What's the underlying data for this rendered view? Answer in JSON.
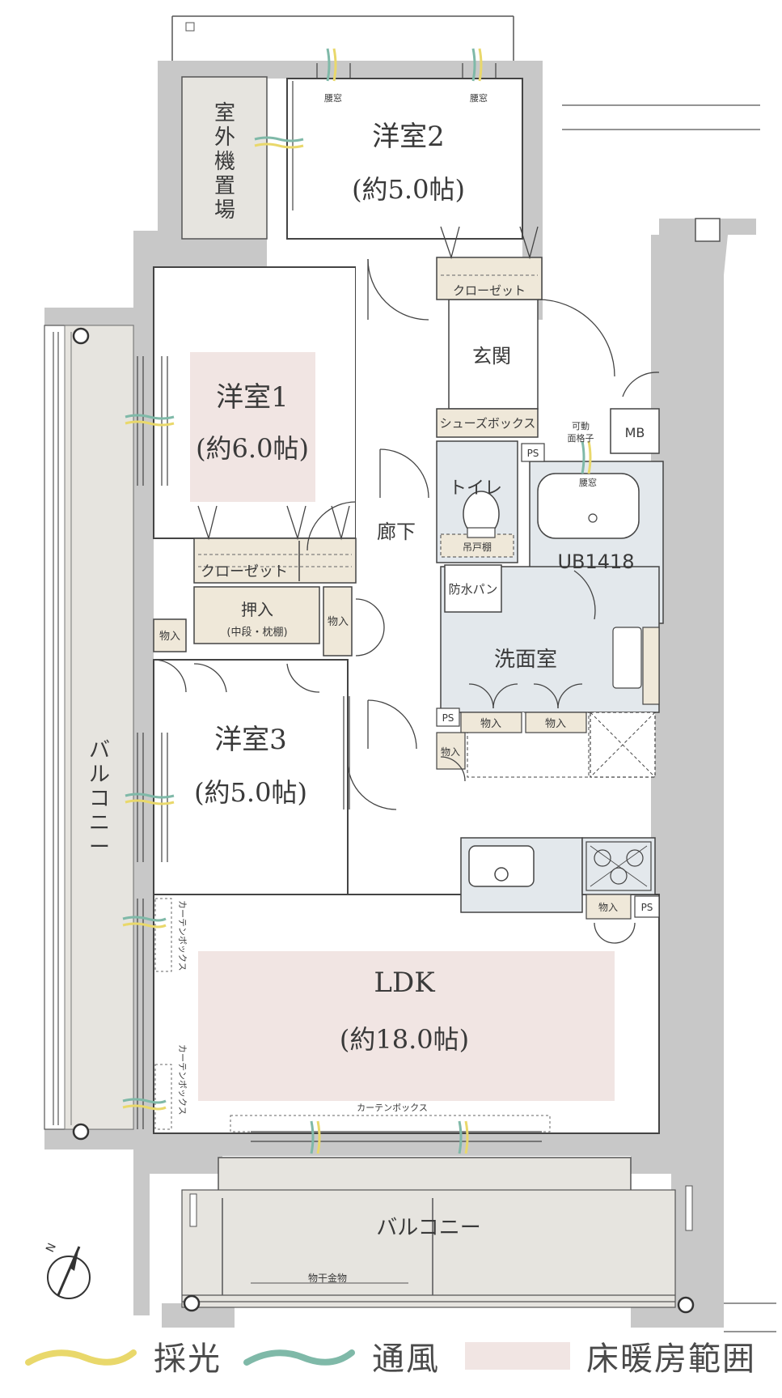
{
  "rooms": {
    "western2": {
      "name": "洋室2",
      "area": "(約5.0帖)"
    },
    "western1": {
      "name": "洋室1",
      "area": "(約6.0帖)"
    },
    "western3": {
      "name": "洋室3",
      "area": "(約5.0帖)"
    },
    "ldk": {
      "name": "LDK",
      "area": "(約18.0帖)"
    },
    "entrance": "玄関",
    "corridor": "廊下",
    "toilet": "トイレ",
    "washroom": "洗面室",
    "bath": "UB1418",
    "mb": "MB"
  },
  "labels": {
    "outdoor_unit": [
      "室",
      "外",
      "機",
      "置",
      "場"
    ],
    "balcony_west": [
      "バ",
      "ル",
      "コ",
      "ニ",
      "ー"
    ],
    "balcony_south": "バルコニー",
    "closet": "クローゼット",
    "shoe_box": "シューズボックス",
    "oshiire": "押入",
    "oshiire_detail": "(中段・枕棚)",
    "storage": "物入",
    "ps": "PS",
    "waterproof_pan": "防水パン",
    "hanging_shelf": "吊戸棚",
    "waist_window": "腰窓",
    "movable_grille": [
      "可動",
      "面格子"
    ],
    "curtain_box": "カーテンボックス",
    "drying_rack": "物干金物",
    "north": "N"
  },
  "legend": {
    "daylight": "採光",
    "ventilation": "通風",
    "floor_heating": "床暖房範囲"
  },
  "colors": {
    "wall": "#c8c8c8",
    "outdoor": "#e6e4df",
    "floor_heating": "#f1e5e3",
    "wet_area": "#e3e8ec",
    "storage": "#efe8d9",
    "daylight": "#e9d86b",
    "ventilation": "#7fb9a8"
  }
}
